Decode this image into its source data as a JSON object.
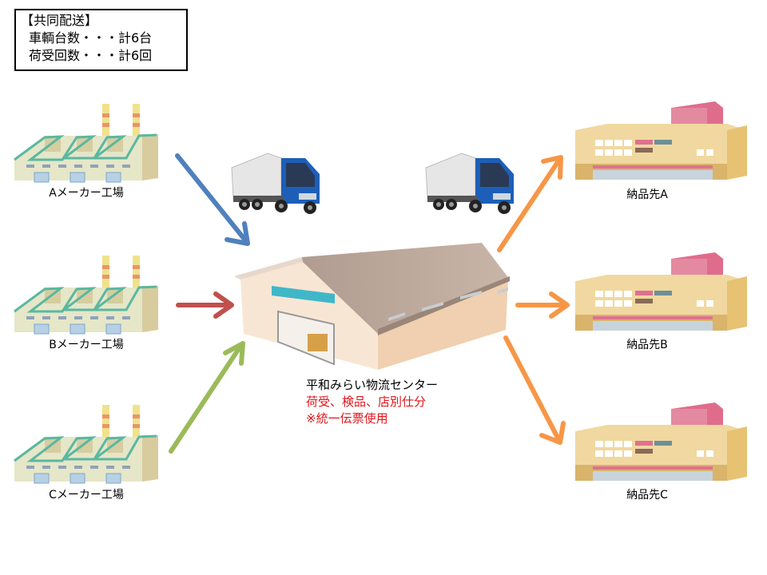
{
  "info_box": {
    "title": "【共同配送】",
    "lines": [
      "車輌台数・・・計6台",
      "荷受回数・・・計6回"
    ]
  },
  "factories": [
    {
      "label": "Aメーカー工場",
      "arrow_color": "#4f81bd"
    },
    {
      "label": "Bメーカー工場",
      "arrow_color": "#c0504d"
    },
    {
      "label": "Cメーカー工場",
      "arrow_color": "#9bbb59"
    }
  ],
  "center": {
    "name": "平和みらい物流センター",
    "process": "荷受、検品、店別仕分",
    "note": "※統一伝票使用",
    "note_color": "#e0141a"
  },
  "destinations": [
    {
      "label": "納品先A"
    },
    {
      "label": "納品先B"
    },
    {
      "label": "納品先C"
    }
  ],
  "outbound_arrow_color": "#f79646",
  "trucks": [
    {
      "name": "inbound-truck",
      "color": "#1d5fb8"
    },
    {
      "name": "outbound-truck",
      "color": "#1d5fb8"
    }
  ]
}
